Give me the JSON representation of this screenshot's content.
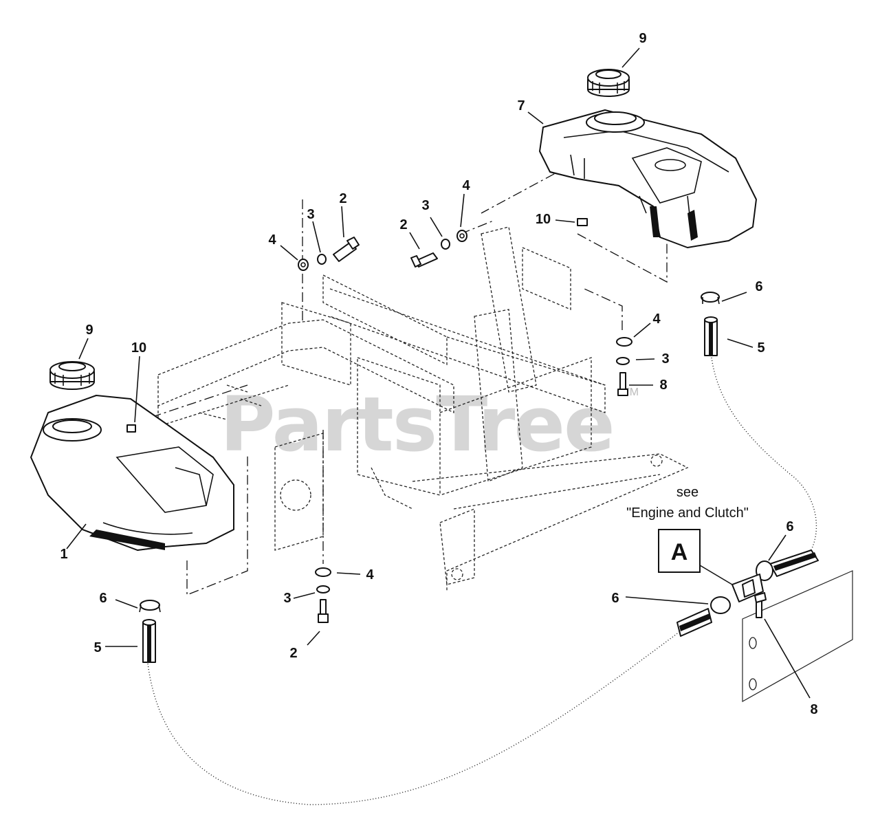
{
  "watermark": {
    "text": "PartsTree",
    "tm": "TM"
  },
  "note": {
    "line1": "see",
    "line2": "\"Engine and Clutch\""
  },
  "ref_box": {
    "letter": "A"
  },
  "callouts": {
    "tank_right_cap": "9",
    "tank_right": "7",
    "tank_right_10": "10",
    "tank_left_cap": "9",
    "tank_left_10": "10",
    "tank_left": "1",
    "bolt_top_left_2": "2",
    "lockwasher_top_left_3": "3",
    "washer_top_left_4": "4",
    "bolt_top_mid_2": "2",
    "lockwasher_top_mid_3": "3",
    "washer_top_mid_4": "4",
    "washer_right_4": "4",
    "lockwasher_right_3": "3",
    "bolt_right_8": "8",
    "clamp_right_6": "6",
    "hose_right_5": "5",
    "washer_bottom_4": "4",
    "lockwasher_bottom_3": "3",
    "bolt_bottom_2": "2",
    "clamp_left_6": "6",
    "hose_left_5": "5",
    "clamp_valve_top_6": "6",
    "clamp_valve_left_6": "6",
    "valve_8": "8"
  }
}
